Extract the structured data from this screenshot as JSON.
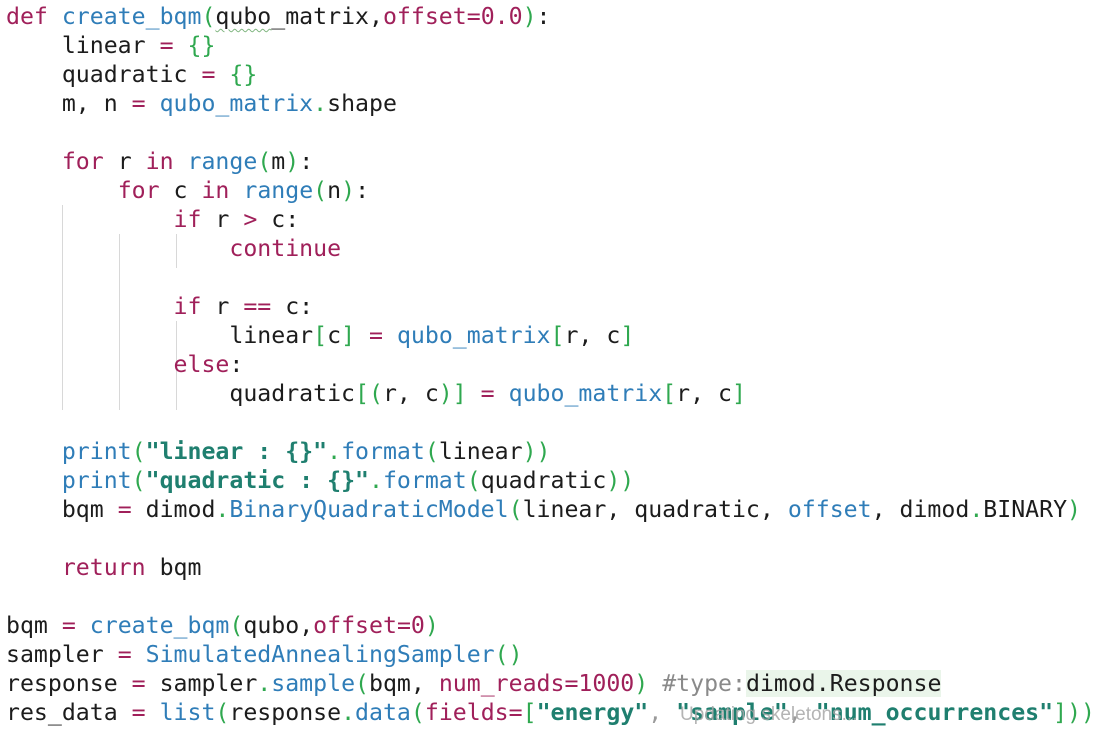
{
  "code": {
    "lines": [
      [
        {
          "t": "def ",
          "c": "kw"
        },
        {
          "t": "create_bqm",
          "c": "fn"
        },
        {
          "t": "(",
          "c": "br"
        },
        {
          "t": "qubo",
          "c": "squig"
        },
        {
          "t": "_matrix,"
        },
        {
          "t": "offset",
          "c": "param"
        },
        {
          "t": "=",
          "c": "op"
        },
        {
          "t": "0.0",
          "c": "num"
        },
        {
          "t": ")",
          "c": "br"
        },
        {
          "t": ":"
        }
      ],
      [
        {
          "t": "    linear "
        },
        {
          "t": "=",
          "c": "op"
        },
        {
          "t": " "
        },
        {
          "t": "{}",
          "c": "br"
        }
      ],
      [
        {
          "t": "    quadratic "
        },
        {
          "t": "=",
          "c": "op"
        },
        {
          "t": " "
        },
        {
          "t": "{}",
          "c": "br"
        }
      ],
      [
        {
          "t": "    m, n "
        },
        {
          "t": "=",
          "c": "op"
        },
        {
          "t": " "
        },
        {
          "t": "qubo_matrix",
          "c": "fn"
        },
        {
          "t": ".",
          "c": "dot"
        },
        {
          "t": "shape"
        }
      ],
      [
        {
          "t": ""
        }
      ],
      [
        {
          "t": "    "
        },
        {
          "t": "for",
          "c": "kw"
        },
        {
          "t": " r "
        },
        {
          "t": "in",
          "c": "kw"
        },
        {
          "t": " "
        },
        {
          "t": "range",
          "c": "fn"
        },
        {
          "t": "(",
          "c": "br"
        },
        {
          "t": "m"
        },
        {
          "t": ")",
          "c": "br"
        },
        {
          "t": ":"
        }
      ],
      [
        {
          "t": "        "
        },
        {
          "t": "for",
          "c": "kw"
        },
        {
          "t": " c "
        },
        {
          "t": "in",
          "c": "kw"
        },
        {
          "t": " "
        },
        {
          "t": "range",
          "c": "fn"
        },
        {
          "t": "(",
          "c": "br"
        },
        {
          "t": "n"
        },
        {
          "t": ")",
          "c": "br"
        },
        {
          "t": ":"
        }
      ],
      [
        {
          "t": "            "
        },
        {
          "t": "if",
          "c": "kw"
        },
        {
          "t": " r "
        },
        {
          "t": ">",
          "c": "op"
        },
        {
          "t": " c:"
        }
      ],
      [
        {
          "t": "                "
        },
        {
          "t": "continue",
          "c": "kw"
        }
      ],
      [
        {
          "t": ""
        }
      ],
      [
        {
          "t": "            "
        },
        {
          "t": "if",
          "c": "kw"
        },
        {
          "t": " r "
        },
        {
          "t": "==",
          "c": "op"
        },
        {
          "t": " c:"
        }
      ],
      [
        {
          "t": "                linear"
        },
        {
          "t": "[",
          "c": "br"
        },
        {
          "t": "c"
        },
        {
          "t": "]",
          "c": "br"
        },
        {
          "t": " "
        },
        {
          "t": "=",
          "c": "op"
        },
        {
          "t": " "
        },
        {
          "t": "qubo_matrix",
          "c": "fn"
        },
        {
          "t": "[",
          "c": "br"
        },
        {
          "t": "r, c"
        },
        {
          "t": "]",
          "c": "br"
        }
      ],
      [
        {
          "t": "            "
        },
        {
          "t": "else",
          "c": "kw"
        },
        {
          "t": ":"
        }
      ],
      [
        {
          "t": "                quadratic"
        },
        {
          "t": "[(",
          "c": "br"
        },
        {
          "t": "r, c"
        },
        {
          "t": ")]",
          "c": "br"
        },
        {
          "t": " "
        },
        {
          "t": "=",
          "c": "op"
        },
        {
          "t": " "
        },
        {
          "t": "qubo_matrix",
          "c": "fn"
        },
        {
          "t": "[",
          "c": "br"
        },
        {
          "t": "r, c"
        },
        {
          "t": "]",
          "c": "br"
        }
      ],
      [
        {
          "t": ""
        }
      ],
      [
        {
          "t": "    "
        },
        {
          "t": "print",
          "c": "fn"
        },
        {
          "t": "(",
          "c": "br"
        },
        {
          "t": "\"linear : {}\"",
          "c": "str"
        },
        {
          "t": ".",
          "c": "dot"
        },
        {
          "t": "format",
          "c": "fn"
        },
        {
          "t": "(",
          "c": "br"
        },
        {
          "t": "linear"
        },
        {
          "t": "))",
          "c": "br"
        }
      ],
      [
        {
          "t": "    "
        },
        {
          "t": "print",
          "c": "fn"
        },
        {
          "t": "(",
          "c": "br"
        },
        {
          "t": "\"quadratic : {}\"",
          "c": "str"
        },
        {
          "t": ".",
          "c": "dot"
        },
        {
          "t": "format",
          "c": "fn"
        },
        {
          "t": "(",
          "c": "br"
        },
        {
          "t": "quadratic"
        },
        {
          "t": "))",
          "c": "br"
        }
      ],
      [
        {
          "t": "    bqm "
        },
        {
          "t": "=",
          "c": "op"
        },
        {
          "t": " dimod"
        },
        {
          "t": ".",
          "c": "dot"
        },
        {
          "t": "BinaryQuadraticModel",
          "c": "fn"
        },
        {
          "t": "(",
          "c": "br"
        },
        {
          "t": "linear, quadratic, "
        },
        {
          "t": "offset",
          "c": "fn"
        },
        {
          "t": ", dimod"
        },
        {
          "t": ".",
          "c": "dot"
        },
        {
          "t": "BINARY"
        },
        {
          "t": ")",
          "c": "br"
        }
      ],
      [
        {
          "t": ""
        }
      ],
      [
        {
          "t": "    "
        },
        {
          "t": "return",
          "c": "kw"
        },
        {
          "t": " bqm"
        }
      ],
      [
        {
          "t": ""
        }
      ],
      [
        {
          "t": "bqm "
        },
        {
          "t": "=",
          "c": "op"
        },
        {
          "t": " "
        },
        {
          "t": "create_bqm",
          "c": "fn"
        },
        {
          "t": "(",
          "c": "br"
        },
        {
          "t": "qubo,"
        },
        {
          "t": "offset",
          "c": "param"
        },
        {
          "t": "=",
          "c": "op"
        },
        {
          "t": "0",
          "c": "num"
        },
        {
          "t": ")",
          "c": "br"
        }
      ],
      [
        {
          "t": "sampler "
        },
        {
          "t": "=",
          "c": "op"
        },
        {
          "t": " "
        },
        {
          "t": "SimulatedAnnealingSampler",
          "c": "fn"
        },
        {
          "t": "()",
          "c": "br"
        }
      ],
      [
        {
          "t": "response "
        },
        {
          "t": "=",
          "c": "op"
        },
        {
          "t": " sampler"
        },
        {
          "t": ".",
          "c": "dot"
        },
        {
          "t": "sample",
          "c": "fn"
        },
        {
          "t": "(",
          "c": "br"
        },
        {
          "t": "bqm, "
        },
        {
          "t": "num_reads",
          "c": "param"
        },
        {
          "t": "=",
          "c": "op"
        },
        {
          "t": "1000",
          "c": "num"
        },
        {
          "t": ")",
          "c": "br"
        },
        {
          "t": " "
        },
        {
          "t": "#type:",
          "c": "cm"
        },
        {
          "t": "dimod.Response",
          "c": "hl"
        }
      ],
      [
        {
          "t": "res_data "
        },
        {
          "t": "=",
          "c": "op"
        },
        {
          "t": " "
        },
        {
          "t": "list",
          "c": "fn"
        },
        {
          "t": "(",
          "c": "br"
        },
        {
          "t": "response"
        },
        {
          "t": ".",
          "c": "dot"
        },
        {
          "t": "data",
          "c": "fn"
        },
        {
          "t": "(",
          "c": "br"
        },
        {
          "t": "fields",
          "c": "param"
        },
        {
          "t": "=",
          "c": "op"
        },
        {
          "t": "[",
          "c": "br"
        },
        {
          "t": "\"energy\"",
          "c": "str"
        },
        {
          "t": ", ",
          "c": "ghost"
        },
        {
          "t": "\"sample\"",
          "c": "str"
        },
        {
          "t": ", ",
          "c": "ghost"
        },
        {
          "t": "\"num_occurrences\"",
          "c": "str"
        },
        {
          "t": "]))",
          "c": "br"
        }
      ]
    ]
  },
  "status_overlay": "Updating skeletons..."
}
